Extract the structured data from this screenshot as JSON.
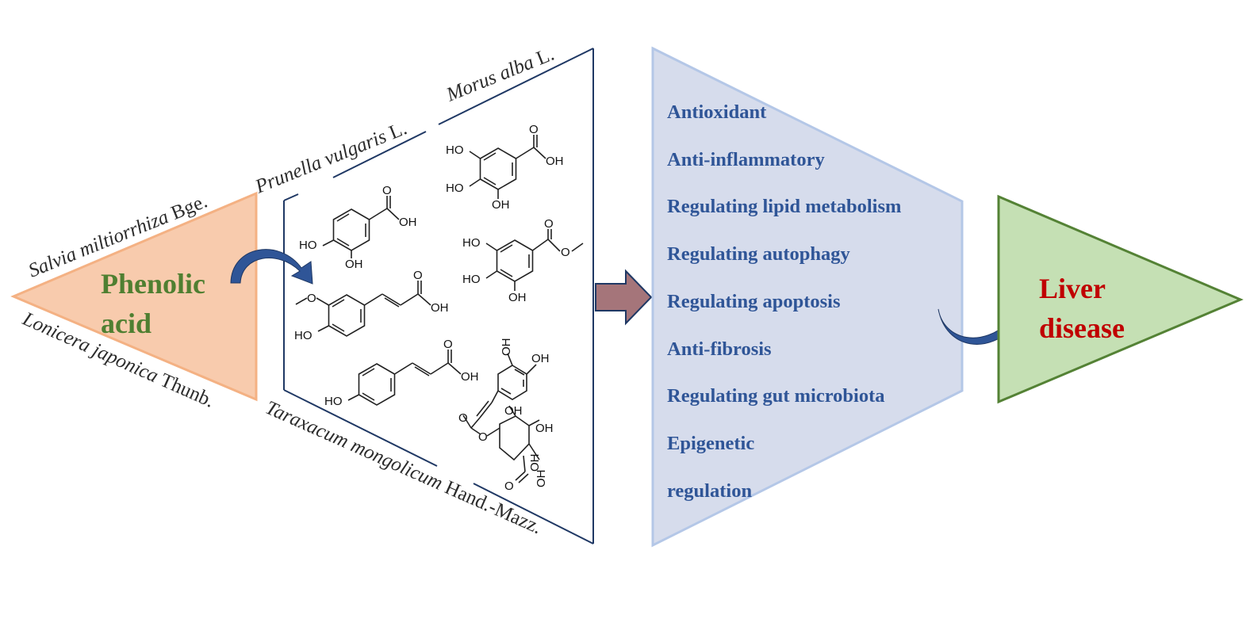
{
  "hub": {
    "line1": "Phenolic",
    "line2": "acid",
    "color": "#4f7f31",
    "fill": "#f8cbad",
    "stroke": "#f4b183"
  },
  "plants": {
    "salvia": "Salvia miltiorrhiza",
    "salvia_author": "Bge.",
    "prunella": "Prunella vulgaris",
    "prunella_author": "L.",
    "morus": "Morus alba",
    "morus_author": "L.",
    "lonicera": "Lonicera japonica",
    "lonicera_author": "Thunb.",
    "taraxacum": "Taraxacum mongolicum",
    "taraxacum_author": "Hand.-Mazz."
  },
  "molecule_labels": {
    "oh": "OH",
    "ho": "HO",
    "o": "O"
  },
  "effects": {
    "color": "#2f5597",
    "panel_fill": "#d6dcec",
    "panel_stroke": "#b4c7e7",
    "items": [
      "Antioxidant",
      "Anti-inflammatory",
      "Regulating lipid metabolism",
      "Regulating autophagy",
      "Regulating apoptosis",
      "Anti-fibrosis",
      "Regulating gut microbiota",
      "Epigenetic",
      "regulation"
    ]
  },
  "target": {
    "line1": "Liver",
    "line2": "disease",
    "color": "#c00000",
    "fill": "#c5e0b4",
    "stroke": "#548235"
  },
  "arrows": {
    "block_fill": "#a5757a",
    "curve_fill": "#2f5597"
  },
  "icons": {
    "hub_to_compounds": "curved-arrow-icon",
    "compounds_to_effects": "block-arrow-icon",
    "effects_to_disease": "curved-arrow-icon"
  }
}
